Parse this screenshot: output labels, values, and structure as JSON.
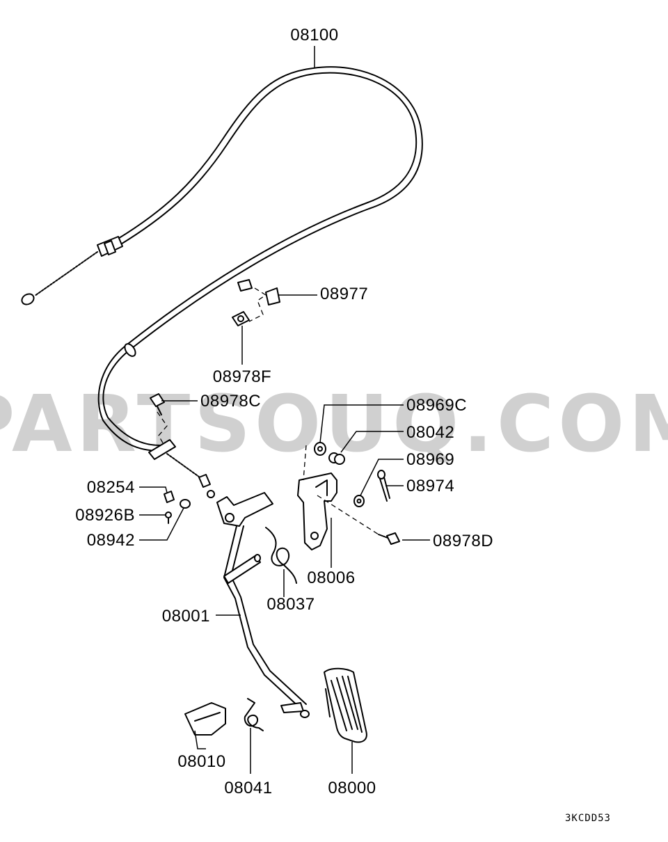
{
  "watermark": "PARTSOUQ.COM",
  "diagram_code": "3KCDD53",
  "callouts": {
    "cable": "08100",
    "clip": "08977",
    "bolt_f": "08978F",
    "bolt_c": "08978C",
    "washer_c": "08969C",
    "bushing": "08042",
    "washer": "08969",
    "pin": "08974",
    "bolt_d": "08978D",
    "bracket": "08006",
    "stopper": "08254",
    "screw": "08926B",
    "nut": "08942",
    "return_spring": "08037",
    "lever": "08001",
    "cover": "08010",
    "spring": "08041",
    "pedal": "08000"
  }
}
